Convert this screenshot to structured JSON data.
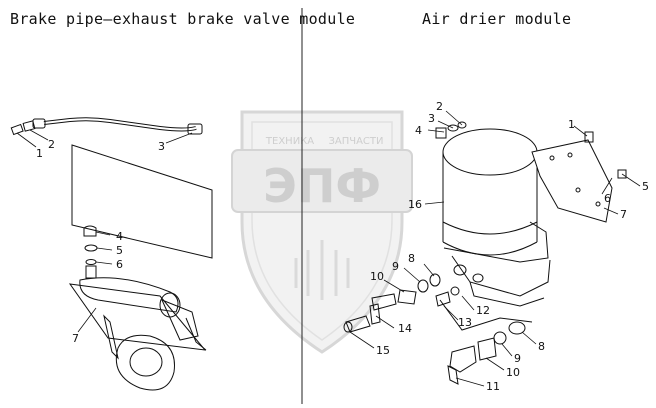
{
  "titles": {
    "left": "Brake pipe—exhaust brake valve module",
    "right": "Air drier module"
  },
  "watermark": {
    "top_text": "ТЕХНИКА",
    "top_text_2": "ЗАПЧАСТИ",
    "logo_text": "ЭПФ"
  },
  "callouts_left": [
    "1",
    "2",
    "3",
    "4",
    "5",
    "6",
    "7"
  ],
  "callouts_right": [
    "1",
    "2",
    "3",
    "4",
    "5",
    "6",
    "7",
    "16",
    "8",
    "9",
    "10",
    "12",
    "13",
    "14",
    "15",
    "8",
    "9",
    "10",
    "11"
  ]
}
